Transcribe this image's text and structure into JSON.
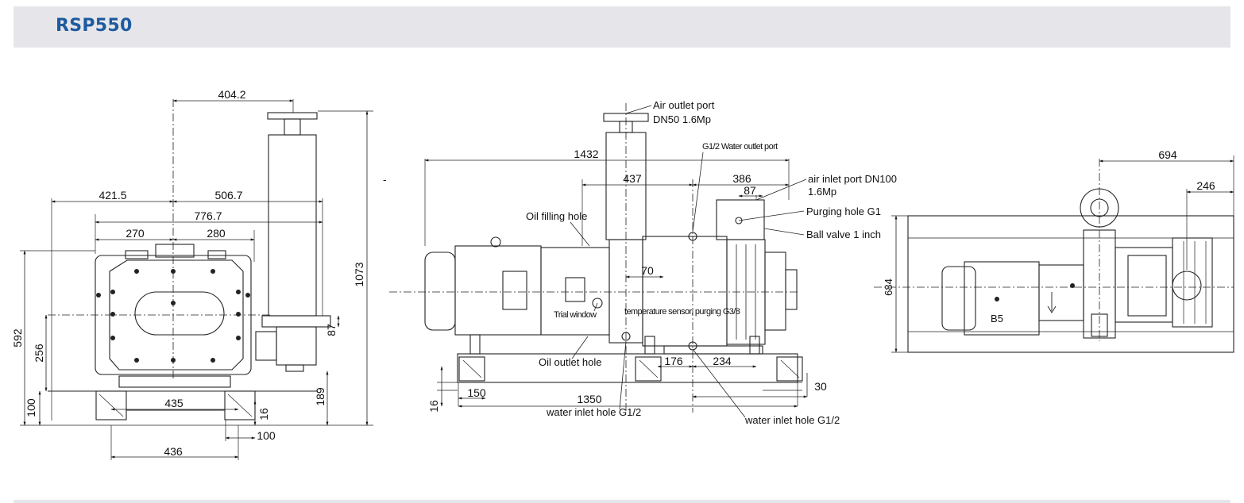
{
  "header": {
    "title": "RSP550"
  },
  "misc": {
    "stray_mark": "-"
  },
  "front_view": {
    "dims": {
      "d404": "404.2",
      "d421": "421.5",
      "d506": "506.7",
      "d776": "776.7",
      "d270": "270",
      "d280": "280",
      "d592": "592",
      "d256": "256",
      "d100a": "100",
      "d435": "435",
      "d16": "16",
      "d100b": "100",
      "d436": "436",
      "d189": "189",
      "d87": "87",
      "d1073": "1073"
    }
  },
  "side_view": {
    "dims": {
      "d1432": "1432",
      "d437": "437",
      "d386": "386",
      "d87": "87",
      "d70": "70",
      "d176": "176",
      "d234": "234",
      "d150": "150",
      "d1350": "1350",
      "d16": "16",
      "d30": "30"
    },
    "labels": {
      "air_outlet": "Air outlet port",
      "air_outlet_spec": "DN50  1.6Mp",
      "water_outlet": "G1/2 Water outlet port",
      "air_inlet": "air inlet port DN100",
      "air_inlet_spec": "1.6Mp",
      "purging_hole": "Purging hole G1",
      "ball_valve": "Ball valve 1 inch",
      "oil_filling": "Oil filling hole",
      "trial_window": "Trial window",
      "temp_sensor": "temperature sensor, purging G3/8",
      "oil_outlet": "Oil outlet hole",
      "water_inlet_left": "water inlet hole G1/2",
      "water_inlet_right": "water inlet hole G1/2"
    }
  },
  "top_view": {
    "dims": {
      "d694": "694",
      "d246": "246",
      "d684": "684"
    },
    "labels": {
      "motor_mark": "B5"
    }
  }
}
